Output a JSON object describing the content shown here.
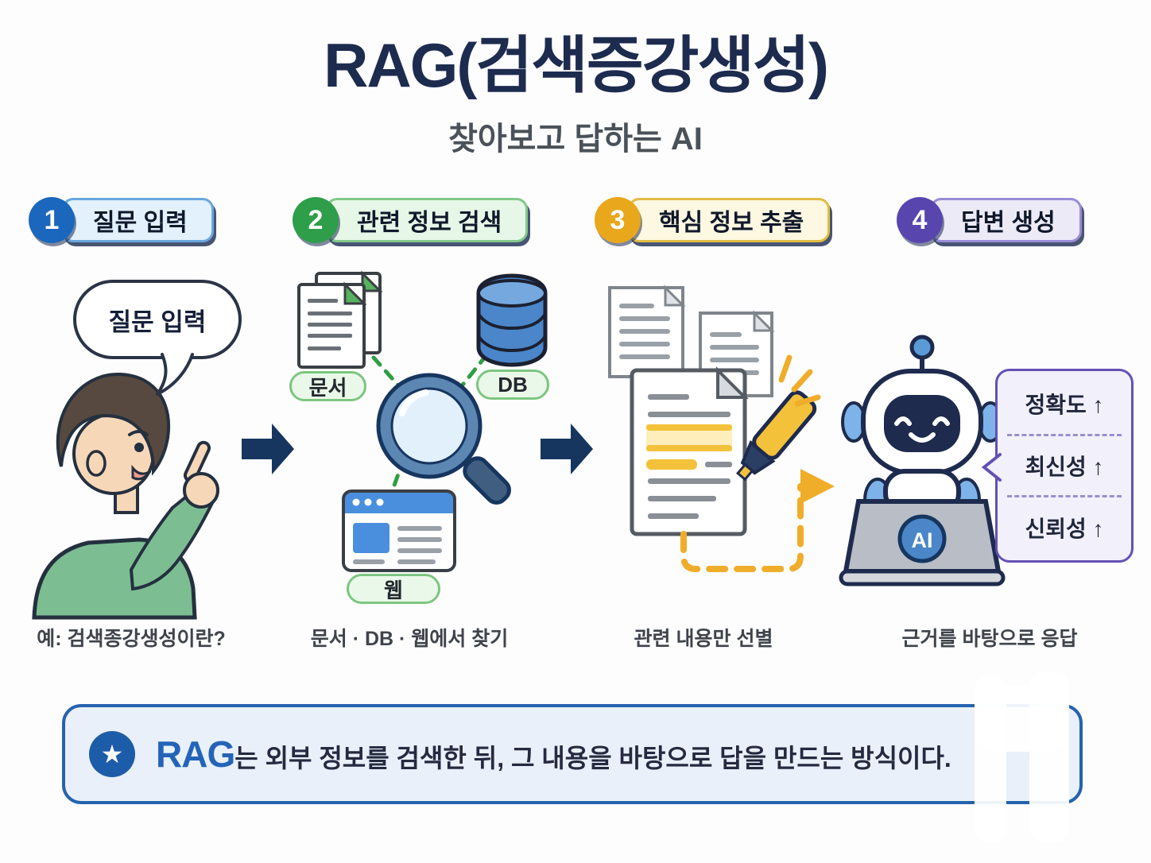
{
  "title": "RAG(검색증강생성)",
  "subtitle": "찾아보고 답하는 AI",
  "steps": [
    {
      "num": "1",
      "label": "질문 입력",
      "caption": "예: 검색종강생성이란?",
      "accent": "#1a67bd",
      "pill_bg": "#e3f1fd",
      "pill_border": "#69a7dd"
    },
    {
      "num": "2",
      "label": "관련 정보 검색",
      "caption": "문서 · DB · 웹에서 찾기",
      "accent": "#2e9e4a",
      "pill_bg": "#e7f7e7",
      "pill_border": "#82c98b"
    },
    {
      "num": "3",
      "label": "핵심 정보 추출",
      "caption": "관련 내용만 선별",
      "accent": "#e9a71c",
      "pill_bg": "#fdf8e1",
      "pill_border": "#e3bc45"
    },
    {
      "num": "4",
      "label": "답변 생성",
      "caption": "근거를 바탕으로 응답",
      "accent": "#5846ae",
      "pill_bg": "#edeaf8",
      "pill_border": "#9a8bd8"
    }
  ],
  "step1": {
    "speech_bubble": "질문 입력"
  },
  "step2": {
    "source_labels": {
      "docs": "문서",
      "db": "DB",
      "web": "웹"
    }
  },
  "step4": {
    "ai_label": "AI",
    "bubble_lines": [
      "정확도 ↑",
      "최신성 ↑",
      "신뢰성 ↑"
    ]
  },
  "banner": {
    "highlight": "RAG",
    "text": "는 외부 정보를 검색한 뒤, 그 내용을 바탕으로 답을 만드는 방식이다."
  },
  "icons": {
    "banner_star": "★"
  },
  "colors": {
    "title": "#1d2b4f",
    "subtitle": "#4b5158",
    "arrow": "#16365f",
    "green_dash": "#2f9e44",
    "yellow_accent": "#f0ad2a",
    "banner_bg": "#e9f0f9",
    "banner_border": "#2563ae",
    "banner_highlight": "#2464b8",
    "robot_navy": "#1e2b4e",
    "db_blue": "#4a86c9",
    "browser_blue": "#4a8fdd"
  }
}
